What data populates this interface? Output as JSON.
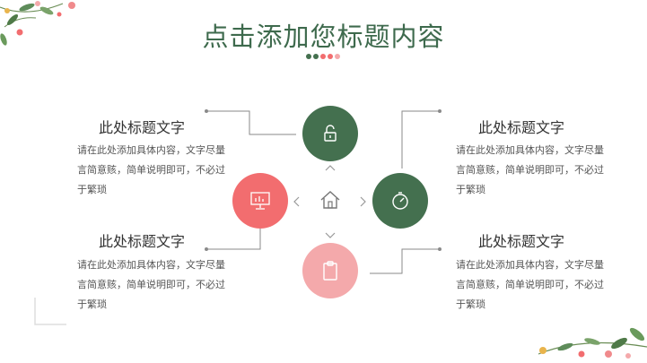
{
  "slide": {
    "title": "点击添加您标题内容",
    "colors": {
      "green": "#44704f",
      "red": "#f26d6f",
      "pink": "#f4a9ab",
      "text": "#555555"
    },
    "title_dots": [
      "#44704f",
      "#44704f",
      "#f26d6f",
      "#f26d6f",
      "#f4a9ab",
      "#44704f"
    ]
  },
  "blocks": [
    {
      "id": "top-left",
      "title": "此处标题文字",
      "body": "请在此处添加具体内容，文字尽量言简意赅，简单说明即可，不必过于繁琐"
    },
    {
      "id": "bottom-left",
      "title": "此处标题文字",
      "body": "请在此处添加具体内容，文字尽量言简意赅，简单说明即可，不必过于繁琐"
    },
    {
      "id": "top-right",
      "title": "此处标题文字",
      "body": "请在此处添加具体内容，文字尽量言简意赅，简单说明即可，不必过于繁琐"
    },
    {
      "id": "bottom-right",
      "title": "此处标题文字",
      "body": "请在此处添加具体内容，文字尽量言简意赅，简单说明即可，不必过于繁琐"
    }
  ],
  "hub": {
    "center_icon": "home-icon",
    "nodes": [
      {
        "position": "top",
        "color": "#44704f",
        "icon": "unlock-icon"
      },
      {
        "position": "left",
        "color": "#f26d6f",
        "icon": "presentation-icon"
      },
      {
        "position": "right",
        "color": "#44704f",
        "icon": "stopwatch-icon"
      },
      {
        "position": "bottom",
        "color": "#f4a9ab",
        "icon": "clipboard-icon"
      }
    ]
  }
}
